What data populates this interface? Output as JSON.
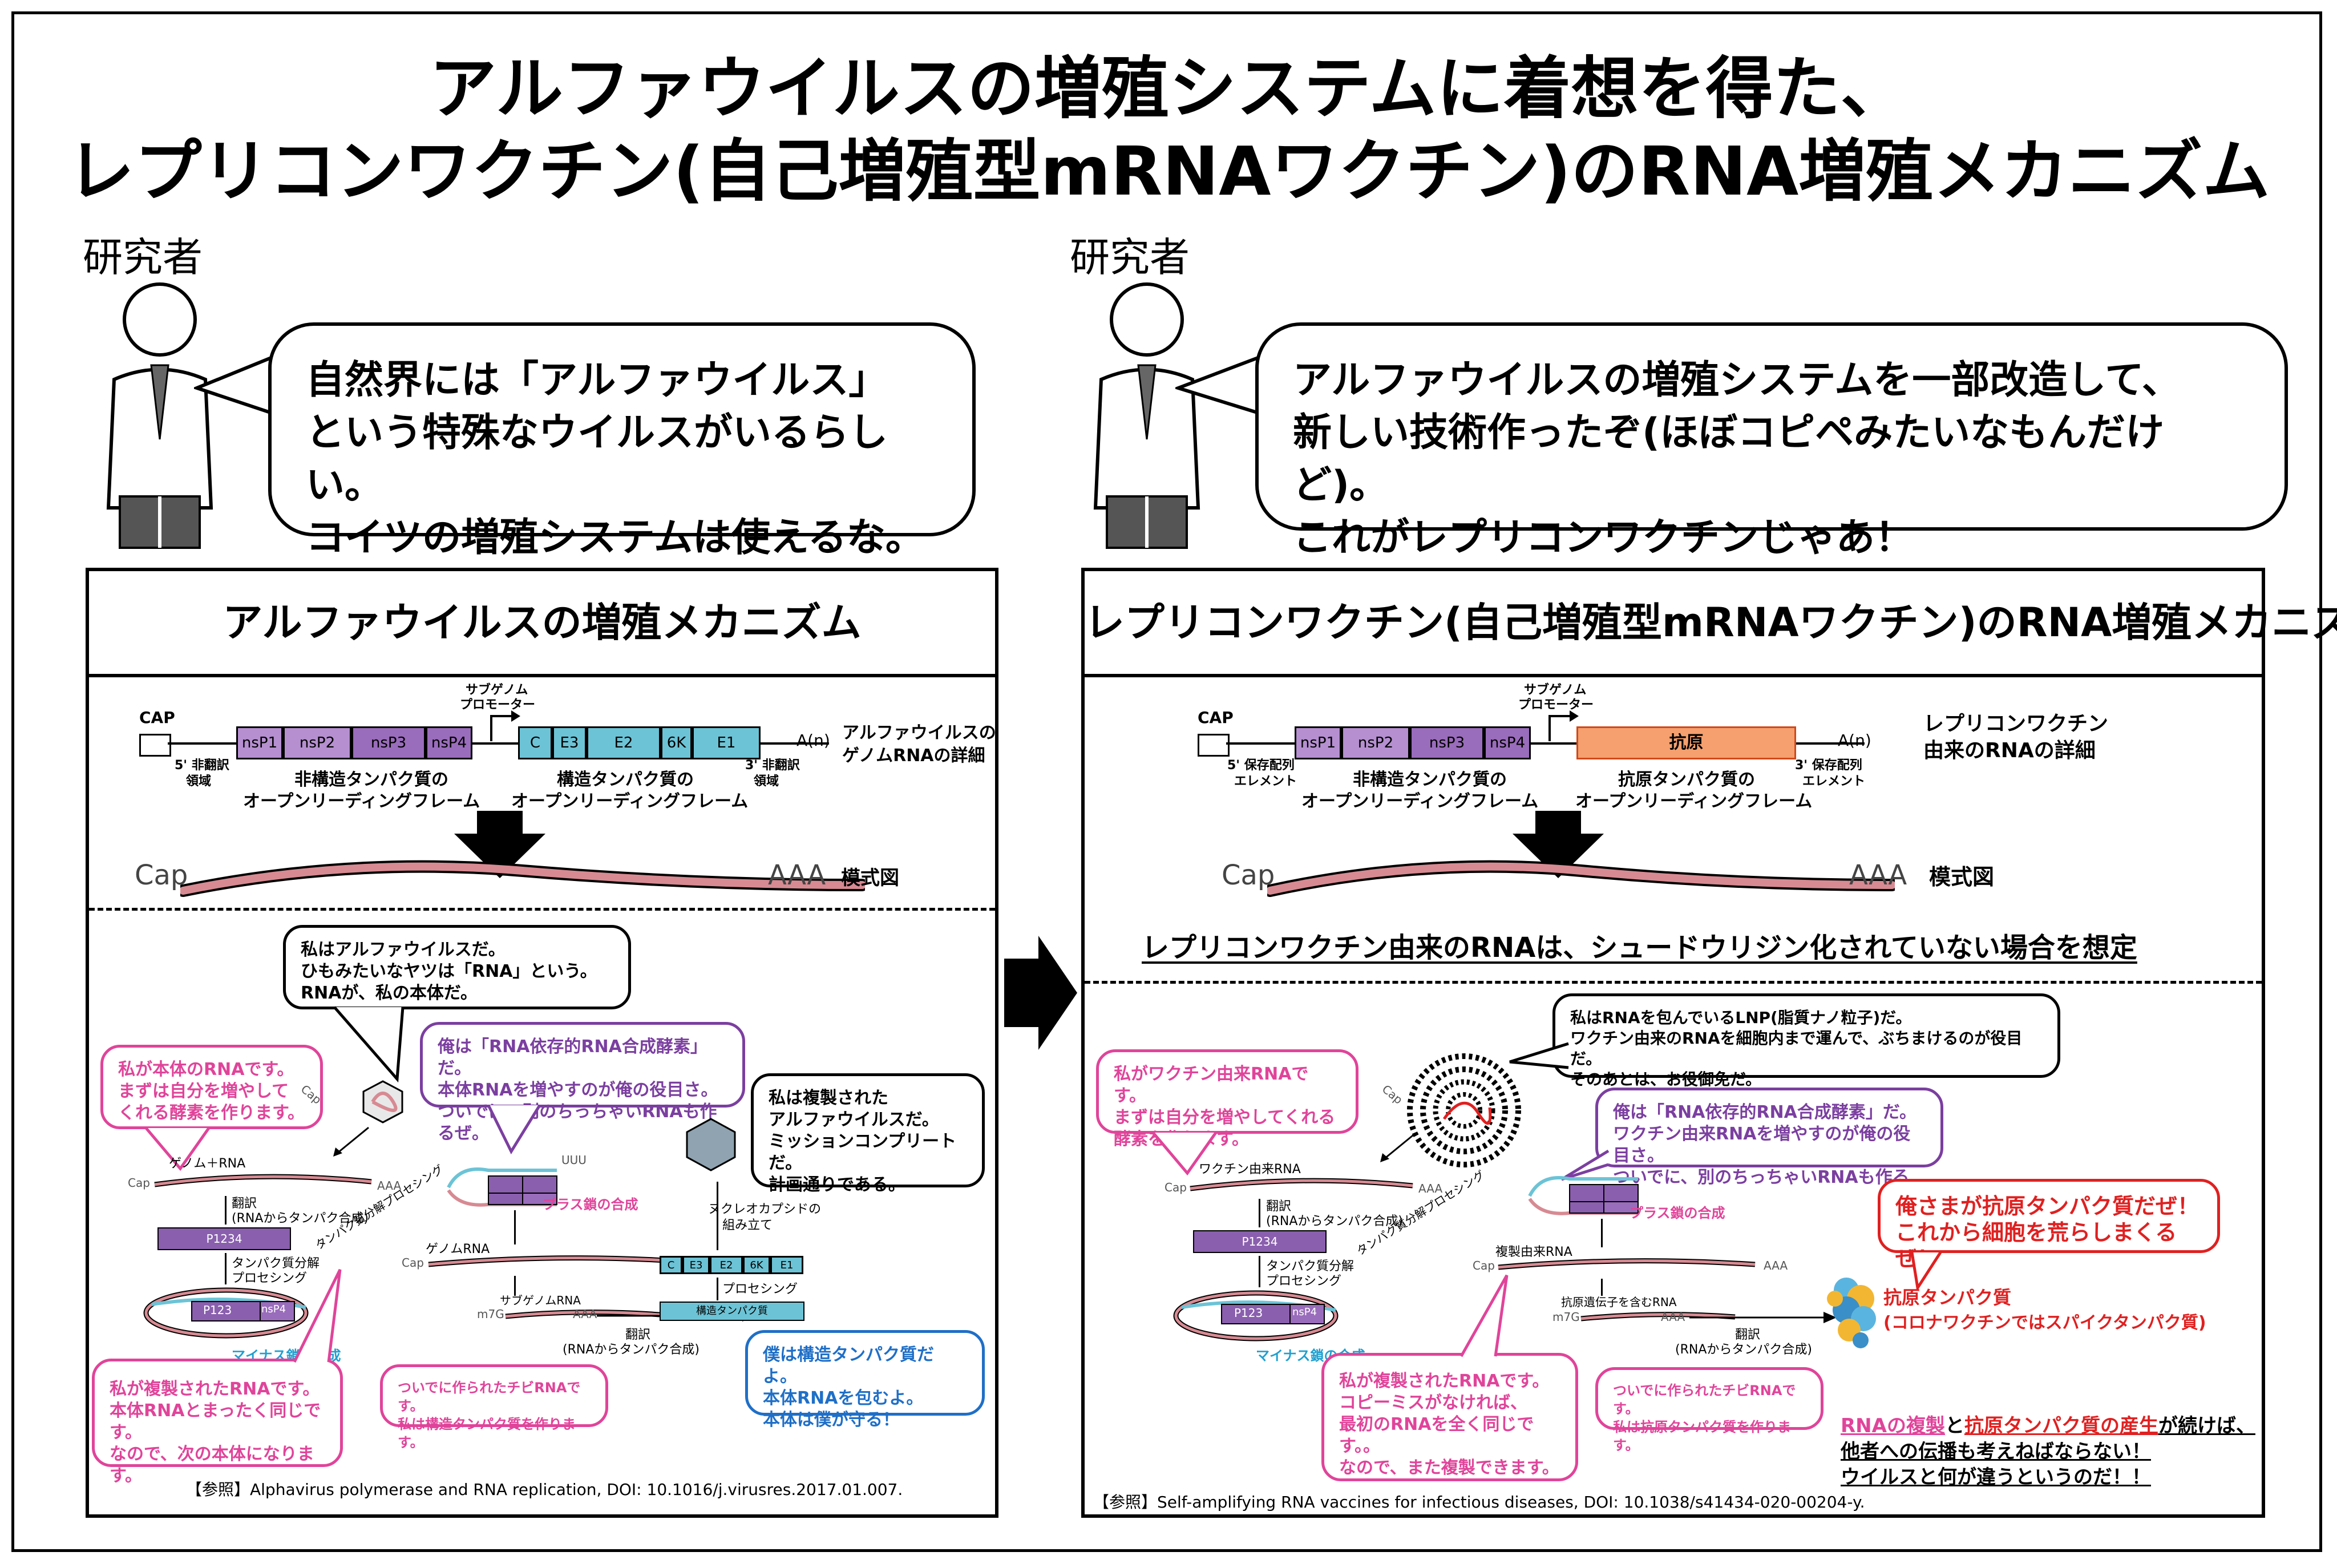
{
  "title": {
    "line1": "アルファウイルスの増殖システムに着想を得た、",
    "line2": "レプリコンワクチン(自己増殖型mRNAワクチン)のRNA増殖メカニズム"
  },
  "left": {
    "researcher_label": "研究者",
    "speech": [
      "自然界には「アルファウイルス」",
      "という特殊なウイルスがいるらしい。",
      "コイツの増殖システムは使えるな。"
    ],
    "panel_title": "アルファウイルスの増殖メカニズム",
    "genome": {
      "cap": "CAP",
      "utr5": "5' 非翻訳",
      "utr5b": "領域",
      "utr3": "3' 非翻訳",
      "utr3b": "領域",
      "nsp": [
        "nsP1",
        "nsP2",
        "nsP3",
        "nsP4"
      ],
      "sp": [
        "C",
        "E3",
        "E2",
        "6K",
        "E1"
      ],
      "promoter1": "サブゲノム",
      "promoter2": "プロモーター",
      "polyA": "A(n)",
      "ns_label1": "非構造タンパク質の",
      "ns_label2": "オープンリーディングフレーム",
      "s_label1": "構造タンパク質の",
      "s_label2": "オープンリーディングフレーム",
      "desc1": "アルファウイルスの",
      "desc2": "ゲノムRNAの詳細"
    },
    "model": {
      "cap": "Cap",
      "aaa": "AAA",
      "label": "模式図"
    },
    "callouts": {
      "virus": [
        "私はアルファウイルスだ。",
        "ひもみたいなヤツは「RNA」という。",
        "RNAが、私の本体だ。"
      ],
      "rna": [
        "私が本体のRNAです。",
        "まずは自分を増やして",
        "くれる酵素を作ります。"
      ],
      "enzyme": [
        "俺は「RNA依存的RNA合成酵素」だ。",
        "本体RNAを増やすのが俺の役目さ。",
        "ついでに、別のちっちゃいRNAも作るぜ。"
      ],
      "replicated": [
        "私は複製された",
        "アルファウイルスだ。",
        "ミッションコンプリートだ。",
        "計画通りである。"
      ],
      "copy": [
        "私が複製されたRNAです。",
        "本体RNAとまったく同じです。",
        "なので、次の本体になります。"
      ],
      "chibi": [
        "ついでに作られたチビRNAです。",
        "私は構造タンパク質を作ります。"
      ],
      "structural": [
        "僕は構造タンパク質だよ。",
        "本体RNAを包むよ。",
        "本体は僕が守る！"
      ]
    },
    "flow": {
      "genome_rna": "ゲノム＋RNA",
      "translate": "翻訳",
      "translate_sub": "(RNAからタンパク合成)",
      "p1234": "P1234",
      "process": "タンパク質分解",
      "process2": "プロセシング",
      "p123": "P123",
      "nsp4": "nsP4",
      "minus": "マイナス鎖の合成",
      "plus": "プラス鎖の合成",
      "diag_process": "タンパク質分解プロセシング",
      "genome_rna2": "ゲノムRNA",
      "subgenome_rna": "サブゲノムRNA",
      "m7g": "m7G",
      "translate2": "翻訳",
      "translate2_sub": "(RNAからタンパク合成)",
      "structural_protein": "構造タンパク質",
      "processing": "プロセシング",
      "assembly1": "ヌクレオカプシドの",
      "assembly2": "組み立て",
      "uuu": "UUU",
      "cap": "Cap",
      "aaa": "AAA"
    },
    "reference": "【参照】Alphavirus polymerase and RNA replication, DOI: 10.1016/j.virusres.2017.01.007."
  },
  "right": {
    "researcher_label": "研究者",
    "speech": [
      "アルファウイルスの増殖システムを一部改造して、",
      "新しい技術作ったぞ(ほぼコピペみたいなもんだけど)。",
      "これがレプリコンワクチンじゃあ！"
    ],
    "panel_title": "レプリコンワクチン(自己増殖型mRNAワクチン)のRNA増殖メカニズム",
    "genome": {
      "cap": "CAP",
      "utr5": "5' 保存配列",
      "utr5b": "エレメント",
      "utr3": "3' 保存配列",
      "utr3b": "エレメント",
      "nsp": [
        "nsP1",
        "nsP2",
        "nsP3",
        "nsP4"
      ],
      "antigen": "抗原",
      "promoter1": "サブゲノム",
      "promoter2": "プロモーター",
      "polyA": "A(n)",
      "ns_label1": "非構造タンパク質の",
      "ns_label2": "オープンリーディングフレーム",
      "s_label1": "抗原タンパク質の",
      "s_label2": "オープンリーディングフレーム",
      "desc1": "レプリコンワクチン",
      "desc2": "由来のRNAの詳細"
    },
    "model": {
      "cap": "Cap",
      "aaa": "AAA",
      "label": "模式図"
    },
    "assumption": "レプリコンワクチン由来のRNAは、シュードウリジン化されていない場合を想定",
    "callouts": {
      "lnp": [
        "私はRNAを包んでいるLNP(脂質ナノ粒子)だ。",
        "ワクチン由来のRNAを細胞内まで運んで、ぶちまけるのが役目だ。",
        "そのあとは、お役御免だ。"
      ],
      "rna": [
        "私がワクチン由来RNAです。",
        "まずは自分を増やしてくれる",
        "酵素を作ります。"
      ],
      "enzyme": [
        "俺は「RNA依存的RNA合成酵素」だ。",
        "ワクチン由来RNAを増やすのが俺の役目さ。",
        "ついでに、別のちっちゃいRNAも作るぜ。"
      ],
      "antigen": [
        "俺さまが抗原タンパク質だぜ！",
        "これから細胞を荒らしまくるぜ！"
      ],
      "copy": [
        "私が複製されたRNAです。",
        "コピーミスがなければ、",
        "最初のRNAを全く同じです。。",
        "なので、また複製できます。"
      ],
      "chibi": [
        "ついでに作られたチビRNAです。",
        "私は抗原タンパク質を作ります。"
      ]
    },
    "flow": {
      "vaccine_rna": "ワクチン由来RNA",
      "translate": "翻訳",
      "translate_sub": "(RNAからタンパク合成)",
      "p1234": "P1234",
      "process": "タンパク質分解",
      "process2": "プロセシング",
      "p123": "P123",
      "nsp4": "nsP4",
      "minus": "マイナス鎖の合成",
      "plus": "プラス鎖の合成",
      "diag_process": "タンパク質分解プロセシング",
      "replicated_rna": "複製由来RNA",
      "antigen_rna": "抗原遺伝子を含むRNA",
      "m7g": "m7G",
      "translate2": "翻訳",
      "translate2_sub": "(RNAからタンパク合成)",
      "cap": "Cap",
      "aaa": "AAA"
    },
    "antigen_protein": {
      "line1": "抗原タンパク質",
      "line2": "(コロナワクチンではスパイクタンパク質)"
    },
    "conclusion": {
      "part1": "RNAの複製",
      "part2": "と",
      "part3": "抗原タンパク質の産生",
      "part4": "が続けば、",
      "line2": "他者への伝播も考えねばならない！",
      "line3": "ウイルスと何が違うというのだ！！"
    },
    "reference": "【参照】Self-amplifying RNA vaccines for infectious diseases, DOI: 10.1038/s41434-020-00204-y."
  },
  "colors": {
    "nsp": "#b58fd0",
    "structural": "#6cc3d6",
    "antigen": "#f5a06e",
    "rna": "#d78a92",
    "pink": "#e0449a",
    "purple": "#7b3fa0",
    "blue": "#1f6fc7",
    "red": "#e02020"
  }
}
